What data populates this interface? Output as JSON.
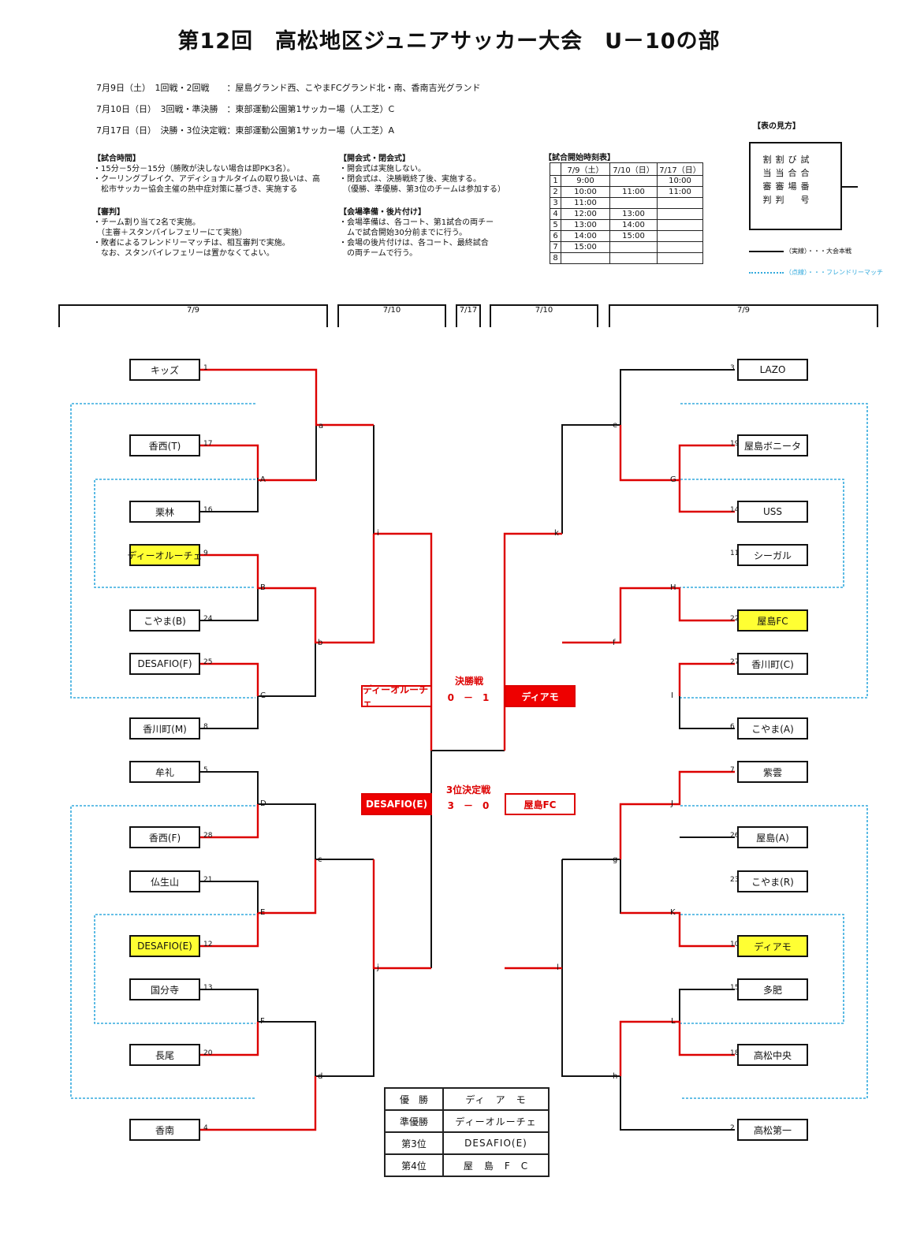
{
  "title": "第12回　高松地区ジュニアサッカー大会　U－10の部",
  "schedule": [
    "7月9日（土）　1回戦・2回戦　　：屋島グランド西、こやまFCグランド北・南、香南吉光グランド",
    "7月10日（日）　3回戦・準決勝　：東部運動公園第1サッカー場（人工芝）C",
    "7月17日（日）　決勝・3位決定戦：東部運動公園第1サッカー場（人工芝）A"
  ],
  "info": {
    "time_h": "【試合時間】",
    "time": [
      "・15分－5分－15分（勝敗が決しない場合は即PK3名）。",
      "・クーリングブレイク、アディショナルタイムの取り扱いは、高",
      "　松市サッカー協会主催の熱中症対策に基づき、実施する"
    ],
    "ref_h": "【審判】",
    "ref": [
      "・チーム割り当て2名で実施。",
      "　（主審＋スタンバイレフェリーにて実施）",
      "・敗者によるフレンドリーマッチは、相互審判で実施。",
      "　なお、スタンバイレフェリーは置かなくてよい。"
    ],
    "open_h": "【開会式・閉会式】",
    "open": [
      "・開会式は実施しない。",
      "・閉会式は、決勝戦終了後、実施する。",
      "　（優勝、準優勝、第3位のチームは参加する）"
    ],
    "venue_h": "【会場準備・後片付け】",
    "venue": [
      "・会場準備は、各コート、第1試合の両チー",
      "　ムで試合開始30分前までに行う。",
      "・会場の後片付けは、各コート、最終試合",
      "　の両チームで行う。"
    ]
  },
  "timetable": {
    "title": "【試合開始時刻表】",
    "headers": [
      "",
      "7/9（土）",
      "7/10（日）",
      "7/17（日）"
    ],
    "rows": [
      [
        "1",
        "9:00",
        "",
        "10:00"
      ],
      [
        "2",
        "10:00",
        "11:00",
        "11:00"
      ],
      [
        "3",
        "11:00",
        "",
        ""
      ],
      [
        "4",
        "12:00",
        "13:00",
        ""
      ],
      [
        "5",
        "13:00",
        "14:00",
        ""
      ],
      [
        "6",
        "14:00",
        "15:00",
        ""
      ],
      [
        "7",
        "15:00",
        "",
        ""
      ],
      [
        "8",
        "",
        "",
        ""
      ]
    ]
  },
  "legend": {
    "title": "【表の見方】",
    "cols": [
      "試合番号",
      "び合場",
      "割当審判",
      "割当審判"
    ],
    "main": "（実線）・・・大会本戦",
    "friendly": "（点線）・・・フレンドリーマッチ"
  },
  "dates": [
    "7/9",
    "7/10",
    "7/17",
    "7/10",
    "7/9"
  ],
  "teams_left": [
    {
      "name": "キッズ",
      "no": "1",
      "hl": false
    },
    {
      "name": "香西(T)",
      "no": "17",
      "hl": false
    },
    {
      "name": "栗林",
      "no": "16",
      "hl": false
    },
    {
      "name": "ディーオルーチェ",
      "no": "9",
      "hl": true
    },
    {
      "name": "こやま(B)",
      "no": "24",
      "hl": false
    },
    {
      "name": "DESAFIO(F)",
      "no": "25",
      "hl": false
    },
    {
      "name": "香川町(M)",
      "no": "8",
      "hl": false
    },
    {
      "name": "牟礼",
      "no": "5",
      "hl": false
    },
    {
      "name": "香西(F)",
      "no": "28",
      "hl": false
    },
    {
      "name": "仏生山",
      "no": "21",
      "hl": false
    },
    {
      "name": "DESAFIO(E)",
      "no": "12",
      "hl": true
    },
    {
      "name": "国分寺",
      "no": "13",
      "hl": false
    },
    {
      "name": "長尾",
      "no": "20",
      "hl": false
    },
    {
      "name": "香南",
      "no": "4",
      "hl": false
    }
  ],
  "teams_right": [
    {
      "name": "LAZO",
      "no": "3",
      "hl": false
    },
    {
      "name": "屋島ボニータ",
      "no": "19",
      "hl": false
    },
    {
      "name": "USS",
      "no": "14",
      "hl": false
    },
    {
      "name": "シーガル",
      "no": "11",
      "hl": false
    },
    {
      "name": "屋島FC",
      "no": "22",
      "hl": true
    },
    {
      "name": "香川町(C)",
      "no": "27",
      "hl": false
    },
    {
      "name": "こやま(A)",
      "no": "6",
      "hl": false
    },
    {
      "name": "紫雲",
      "no": "7",
      "hl": false
    },
    {
      "name": "屋島(A)",
      "no": "26",
      "hl": false
    },
    {
      "name": "こやま(R)",
      "no": "23",
      "hl": false
    },
    {
      "name": "ディアモ",
      "no": "10",
      "hl": true
    },
    {
      "name": "多肥",
      "no": "15",
      "hl": false
    },
    {
      "name": "高松中央",
      "no": "18",
      "hl": false
    },
    {
      "name": "高松第一",
      "no": "2",
      "hl": false
    }
  ],
  "final": {
    "title": "決勝戦",
    "left": "ディーオルーチェ",
    "score": "0　－　1",
    "right": "ディアモ",
    "third_title": "3位決定戦",
    "third_left": "DESAFIO(E)",
    "third_score": "3　－　0",
    "third_right": "屋島FC"
  },
  "results": [
    {
      "k": "優　勝",
      "v": "ディ　ア　モ"
    },
    {
      "k": "準優勝",
      "v": "ディーオルーチェ"
    },
    {
      "k": "第3位",
      "v": "DESAFIO(E)"
    },
    {
      "k": "第4位",
      "v": "屋　島　F　C"
    }
  ],
  "colors": {
    "win": "#dd0000",
    "line": "#111111",
    "friendly": "#33aadd",
    "highlight": "#ffff33"
  }
}
